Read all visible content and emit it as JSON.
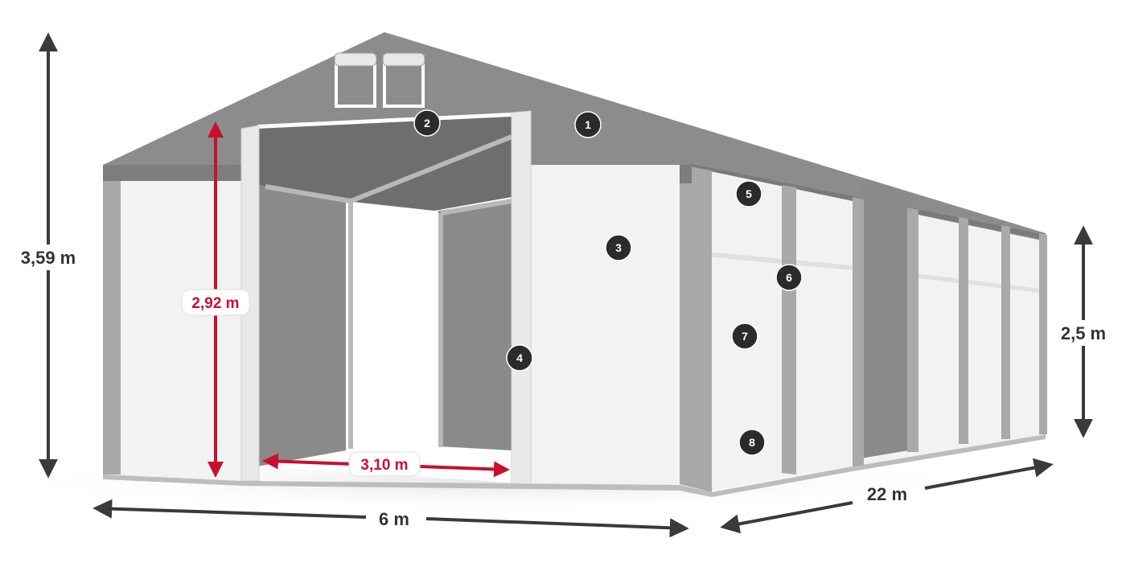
{
  "colors": {
    "roof": "#8c8c8c",
    "roof_dark": "#6f6f6f",
    "wall": "#f2f2f2",
    "frame": "#a9a9a9",
    "inner": "#8a8a8a",
    "dimension": "#3a3a3a",
    "highlight": "#c8102e",
    "badge": "#2b2b2b"
  },
  "dimensions": {
    "total_height": "3,59 m",
    "door_height": "2,92 m",
    "door_width": "3,10 m",
    "side_height": "2,5 m",
    "width": "6 m",
    "length": "22 m"
  },
  "markers": [
    {
      "label": "1"
    },
    {
      "label": "2"
    },
    {
      "label": "3"
    },
    {
      "label": "4"
    },
    {
      "label": "5"
    },
    {
      "label": "6"
    },
    {
      "label": "7"
    },
    {
      "label": "8"
    }
  ]
}
